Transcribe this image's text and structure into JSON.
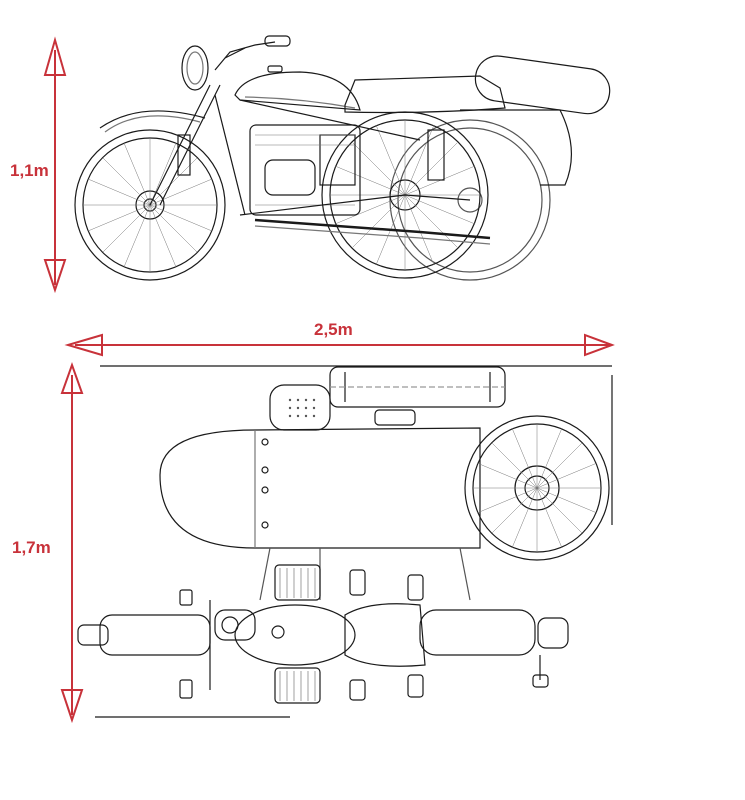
{
  "dimensions": {
    "height": "1,1m",
    "length": "2,5m",
    "width": "1,7m"
  },
  "colors": {
    "dimension_red": "#c8323a",
    "line_black": "#1a1a1a",
    "line_gray": "#8a8a8a"
  }
}
